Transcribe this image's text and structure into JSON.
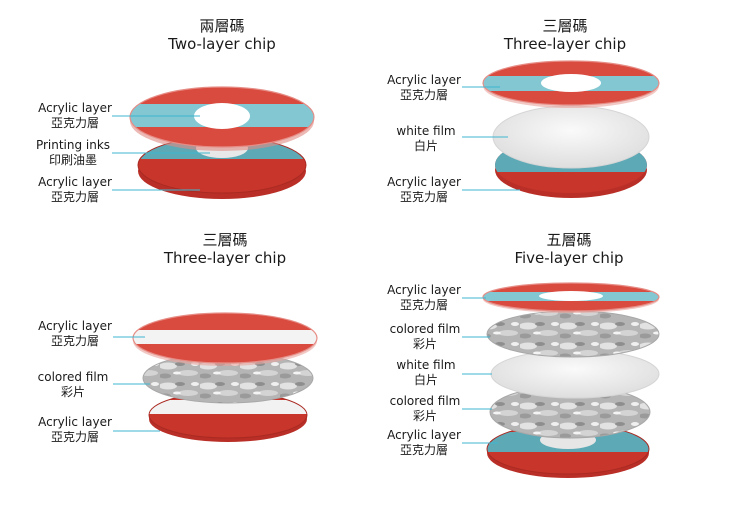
{
  "panels": [
    {
      "title_cn": "兩層碼",
      "title_en": "Two-layer chip",
      "labels": [
        {
          "en": "Acrylic layer",
          "cn": "亞克力層"
        },
        {
          "en": "Printing inks",
          "cn": "印刷油墨"
        },
        {
          "en": "Acrylic layer",
          "cn": "亞克力層"
        }
      ]
    },
    {
      "title_cn": "三層碼",
      "title_en": "Three-layer chip",
      "labels": [
        {
          "en": "Acrylic layer",
          "cn": "亞克力層"
        },
        {
          "en": "white film",
          "cn": "白片"
        },
        {
          "en": "Acrylic layer",
          "cn": "亞克力層"
        }
      ]
    },
    {
      "title_cn": "三層碼",
      "title_en": "Three-layer chip",
      "labels": [
        {
          "en": "Acrylic layer",
          "cn": "亞克力層"
        },
        {
          "en": "colored film",
          "cn": "彩片"
        },
        {
          "en": "Acrylic layer",
          "cn": "亞克力層"
        }
      ]
    },
    {
      "title_cn": "五層碼",
      "title_en": "Five-layer chip",
      "labels": [
        {
          "en": "Acrylic layer",
          "cn": "亞克力層"
        },
        {
          "en": "colored film",
          "cn": "彩片"
        },
        {
          "en": "white film",
          "cn": "白片"
        },
        {
          "en": "colored film",
          "cn": "彩片"
        },
        {
          "en": "Acrylic layer",
          "cn": "亞克力層"
        }
      ]
    }
  ],
  "colors": {
    "red": "#d0392f",
    "teal": "#68b6c4",
    "white_film": "#eeeeee",
    "marble": "#b9b9b9",
    "leader_line": "#3fb6d0"
  }
}
